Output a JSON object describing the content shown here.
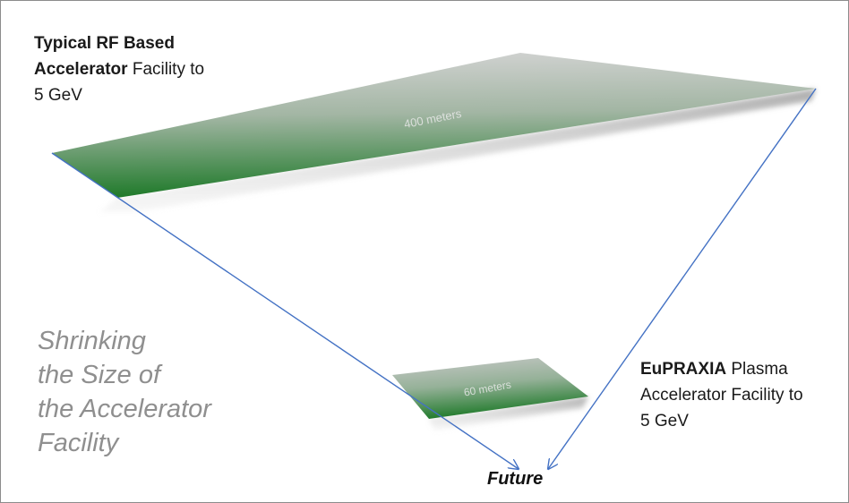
{
  "rf_facility": {
    "title_bold_1": "Typical RF Based",
    "title_bold_2": "Accelerator",
    "title_rest": " Facility to",
    "energy": "5 GeV",
    "length_label": "400 meters"
  },
  "eupraxia_facility": {
    "name_bold": "EuPRAXIA",
    "name_rest": " Plasma",
    "line2": "Accelerator Facility to",
    "energy": "5 GeV",
    "length_label": "60 meters"
  },
  "tagline": {
    "line1": "Shrinking",
    "line2": "the Size of",
    "line3": "the Accelerator",
    "line4": "Facility"
  },
  "future_label": "Future",
  "colors": {
    "arrow": "#4472c4",
    "slab_green": "#1f7a2a",
    "slab_grey": "#b8b8b8",
    "tagline": "#8f8f8f"
  }
}
